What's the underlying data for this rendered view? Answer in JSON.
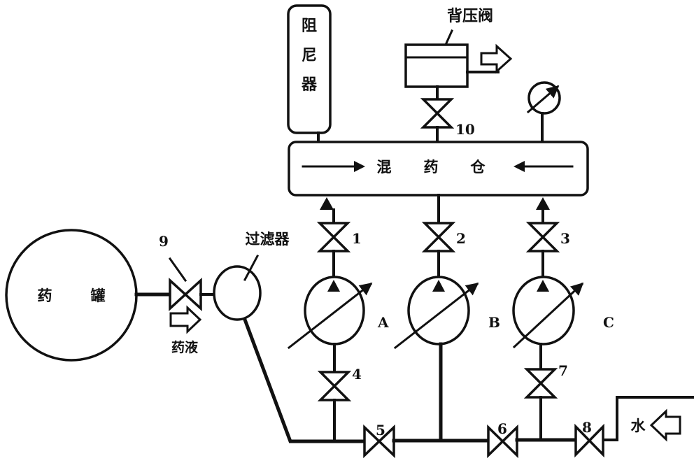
{
  "diagram": {
    "components": {
      "damper": {
        "label_chars": [
          "阻",
          "尼",
          "器"
        ]
      },
      "back_pressure_valve": {
        "label": "背压阀"
      },
      "mixing_chamber": {
        "label_chars": [
          "混",
          "药",
          "仓"
        ]
      },
      "chemical_tank": {
        "label_chars": [
          "药",
          "罐"
        ]
      },
      "filter": {
        "label": "过滤器"
      },
      "chemical_liquid": {
        "label": "药液"
      },
      "water_inlet": {
        "label": "水"
      },
      "pressure_gauge": {
        "icon": "pressure-gauge-icon"
      }
    },
    "pumps": [
      {
        "id": "A",
        "label": "A"
      },
      {
        "id": "B",
        "label": "B"
      },
      {
        "id": "C",
        "label": "C"
      }
    ],
    "valves": [
      {
        "number": "1"
      },
      {
        "number": "2"
      },
      {
        "number": "3"
      },
      {
        "number": "4"
      },
      {
        "number": "5"
      },
      {
        "number": "6"
      },
      {
        "number": "7"
      },
      {
        "number": "8"
      },
      {
        "number": "9"
      },
      {
        "number": "10"
      }
    ]
  }
}
